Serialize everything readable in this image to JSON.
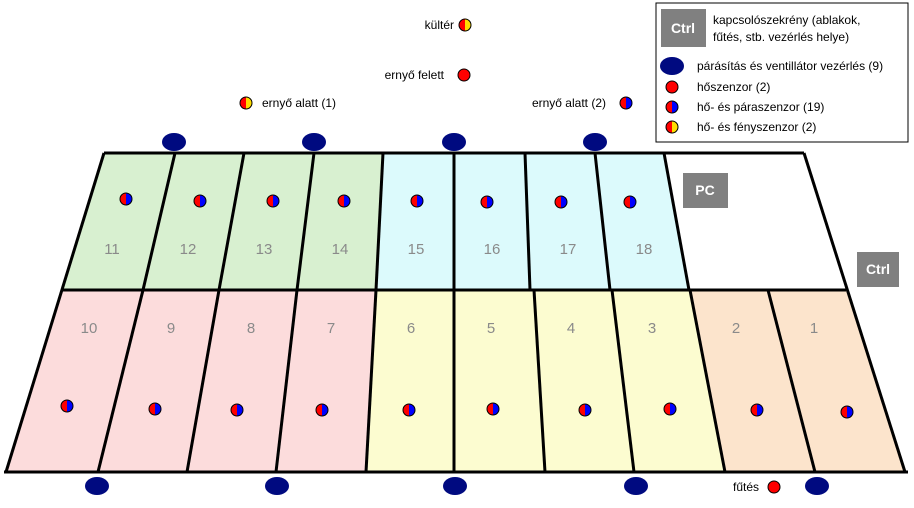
{
  "labels": {
    "kulter": "kültér",
    "erny_felett": "ernyő felett",
    "erny_alatt_1": "ernyő alatt (1)",
    "erny_alatt_2": "ernyő alatt (2)",
    "futes": "fűtés"
  },
  "legend": {
    "ctrl_box": "Ctrl",
    "ctrl_desc_1": "kapcsolószekrény (ablakok,",
    "ctrl_desc_2": "fűtés, stb. vezérlés helye)",
    "vent": "párásítás és ventillátor vezérlés (9)",
    "heat": "hőszenzor (2)",
    "heat_humidity": "hő- és páraszenzor (19)",
    "heat_light": "hő- és fényszenzor (2)"
  },
  "boxes": {
    "pc": "PC",
    "ctrl": "Ctrl"
  },
  "top_zones": [
    "11",
    "12",
    "13",
    "14",
    "15",
    "16",
    "17",
    "18"
  ],
  "bottom_zones": [
    "10",
    "9",
    "8",
    "7",
    "6",
    "5",
    "4",
    "3",
    "2",
    "1"
  ],
  "colors": {
    "green_zone": "#d8f0d0",
    "cyan_zone": "#dcfafc",
    "pink_zone": "#fcdcdc",
    "yellow_zone": "#fcfcd0",
    "peach_zone": "#fce4cc",
    "ctrl_box": "#808080",
    "vent_dot": "#000a80",
    "red": "#ff0000",
    "blue": "#0000ff",
    "yellow": "#ffdd00"
  }
}
